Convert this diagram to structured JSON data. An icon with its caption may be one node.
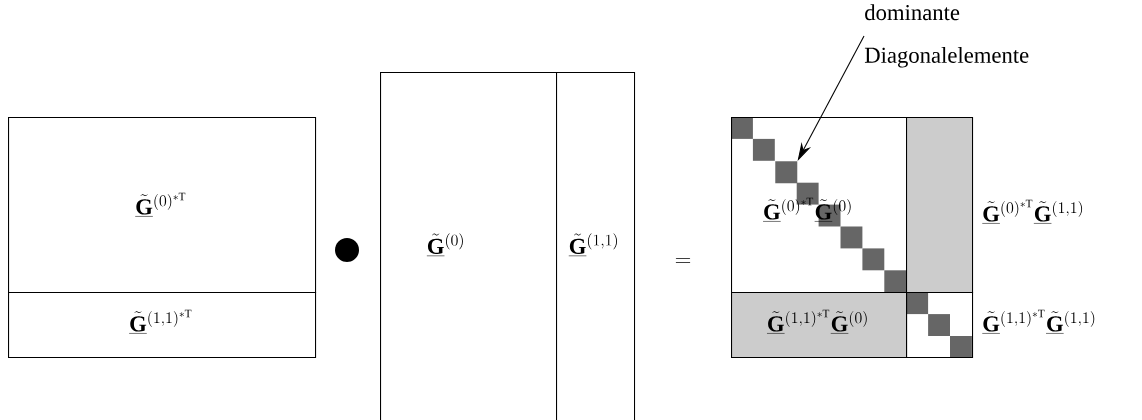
{
  "diagram": {
    "nodes": [
      {
        "text": [
          "\\underline{\\tilde{\\mathbf{G}}}{}^{(0)^{*\\mathrm{T}}}"
        ]
      },
      {
        "text": [
          "\\underline{\\tilde{\\mathbf{G}}}{}^{(1,1)^{*\\mathrm{T}}}"
        ]
      },
      {
        "text": [
          "\\underline{\\tilde{\\mathbf{G}}}{}^{(0)}"
        ]
      },
      {
        "text": [
          "\\underline{\\tilde{\\mathbf{G}}}{}^{(1,1)}"
        ]
      },
      {
        "text": [
          "\\underline{\\tilde{\\mathbf{G}}}{}^{(0)^{*\\mathrm{T}}}\\underline{\\tilde{\\mathbf{G}}}{}^{(0)}"
        ]
      },
      {
        "text": [],
        "shape": "box",
        "beside": [
          "\\underline{\\tilde{\\mathbf{G}}}{}^{(0)^{*\\mathrm{T}}}\\underline{\\tilde{\\mathbf{G}}}{}^{(1,1)}"
        ]
      },
      {
        "text": [
          "\\underline{\\tilde{\\mathbf{G}}}{}^{(1,1)^{*\\mathrm{T}}}\\underline{\\tilde{\\mathbf{G}}}{}^{(0)}"
        ]
      },
      {
        "text": [],
        "shape": "box",
        "beside": [
          "\\underline{\\tilde{\\mathbf{G}}}{}^{(1,1)^{*\\mathrm{T}}}\\underline{\\tilde{\\mathbf{G}}}{}^{(1,1)}"
        ]
      },
      {
        "text": [
          "dominante Diagonalelemente"
        ]
      },
      {
        "text": [],
        "shape": "box",
        "in": 4
      }
    ],
    "edges": [
      {
        "from": 8,
        "to": 9,
        "arrow": "to"
      }
    ],
    "labels": [
      "="
    ]
  }
}
